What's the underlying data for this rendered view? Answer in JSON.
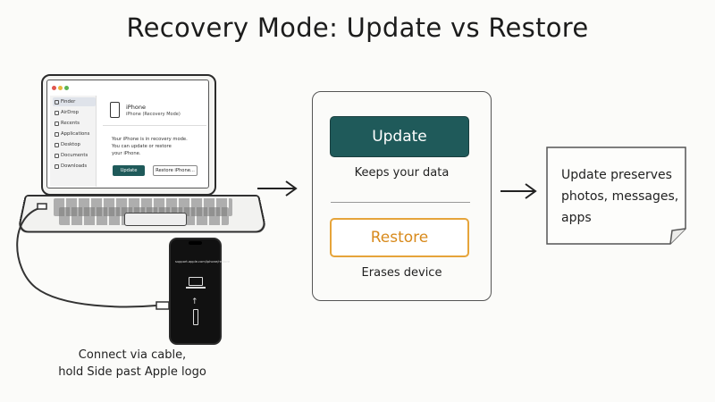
{
  "title": "Recovery Mode: Update vs Restore",
  "laptop": {
    "sidebar": [
      "Finder",
      "AirDrop",
      "Recents",
      "Applications",
      "Desktop",
      "Documents",
      "Downloads"
    ],
    "device_name": "iPhone",
    "device_status": "iPhone (Recovery Mode)",
    "message": "Your iPhone is in recovery mode.\nYou can update or restore\nyour iPhone.",
    "update_button": "Update",
    "restore_button": "Restore iPhone..."
  },
  "phone": {
    "url": "support.apple.com/iphone/restore"
  },
  "caption": "Connect via cable,\nhold Side past Apple logo",
  "options": {
    "update_label": "Update",
    "update_desc": "Keeps your data",
    "restore_label": "Restore",
    "restore_desc": "Erases device"
  },
  "note": "Update preserves\nphotos, messages,\napps",
  "colors": {
    "update": "#1f5a5a",
    "restore_border": "#e6a43a",
    "restore_text": "#d88a1c"
  }
}
